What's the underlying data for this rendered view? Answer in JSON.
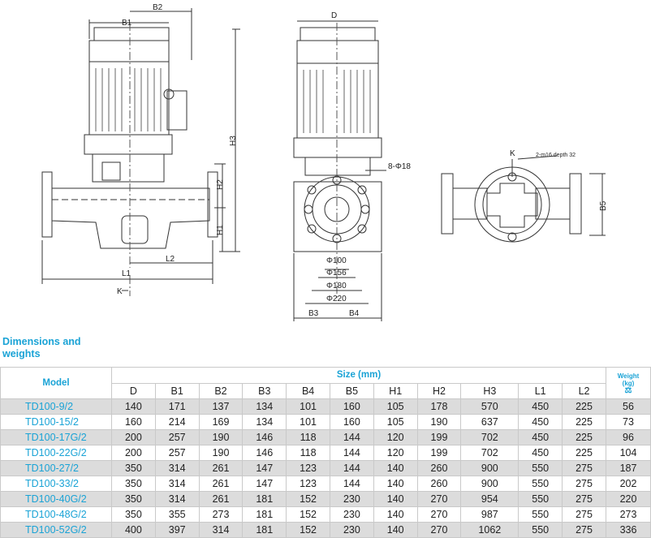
{
  "drawing_labels": {
    "side": {
      "b2": "B2",
      "b1": "B1",
      "h3": "H3",
      "h2": "H2",
      "h1": "H1",
      "l2": "L2",
      "l1": "L1",
      "k": "K"
    },
    "front": {
      "d": "D",
      "bolt": "8-Φ18",
      "d100": "Φ100",
      "d156": "Φ156",
      "d180": "Φ180",
      "d220": "Φ220",
      "b3": "B3",
      "b4": "B4"
    },
    "top": {
      "k": "K",
      "tap": "2-m16 depth 32",
      "b5": "B5"
    }
  },
  "section": {
    "title_line1": "Dimensions and",
    "title_line2": "weights"
  },
  "table": {
    "model_header": "Model",
    "size_header": "Size (mm)",
    "weight_header": "Weight",
    "weight_unit": "(kg)",
    "columns": [
      "D",
      "B1",
      "B2",
      "B3",
      "B4",
      "B5",
      "H1",
      "H2",
      "H3",
      "L1",
      "L2"
    ],
    "rows": [
      {
        "model": "TD100-9/2",
        "values": [
          "140",
          "171",
          "137",
          "134",
          "101",
          "160",
          "105",
          "178",
          "570",
          "450",
          "225"
        ],
        "weight": "56"
      },
      {
        "model": "TD100-15/2",
        "values": [
          "160",
          "214",
          "169",
          "134",
          "101",
          "160",
          "105",
          "190",
          "637",
          "450",
          "225"
        ],
        "weight": "73"
      },
      {
        "model": "TD100-17G/2",
        "values": [
          "200",
          "257",
          "190",
          "146",
          "118",
          "144",
          "120",
          "199",
          "702",
          "450",
          "225"
        ],
        "weight": "96"
      },
      {
        "model": "TD100-22G/2",
        "values": [
          "200",
          "257",
          "190",
          "146",
          "118",
          "144",
          "120",
          "199",
          "702",
          "450",
          "225"
        ],
        "weight": "104"
      },
      {
        "model": "TD100-27/2",
        "values": [
          "350",
          "314",
          "261",
          "147",
          "123",
          "144",
          "140",
          "260",
          "900",
          "550",
          "275"
        ],
        "weight": "187"
      },
      {
        "model": "TD100-33/2",
        "values": [
          "350",
          "314",
          "261",
          "147",
          "123",
          "144",
          "140",
          "260",
          "900",
          "550",
          "275"
        ],
        "weight": "202"
      },
      {
        "model": "TD100-40G/2",
        "values": [
          "350",
          "314",
          "261",
          "181",
          "152",
          "230",
          "140",
          "270",
          "954",
          "550",
          "275"
        ],
        "weight": "220"
      },
      {
        "model": "TD100-48G/2",
        "values": [
          "350",
          "355",
          "273",
          "181",
          "152",
          "230",
          "140",
          "270",
          "987",
          "550",
          "275"
        ],
        "weight": "273"
      },
      {
        "model": "TD100-52G/2",
        "values": [
          "400",
          "397",
          "314",
          "181",
          "152",
          "230",
          "140",
          "270",
          "1062",
          "550",
          "275"
        ],
        "weight": "336"
      }
    ]
  }
}
